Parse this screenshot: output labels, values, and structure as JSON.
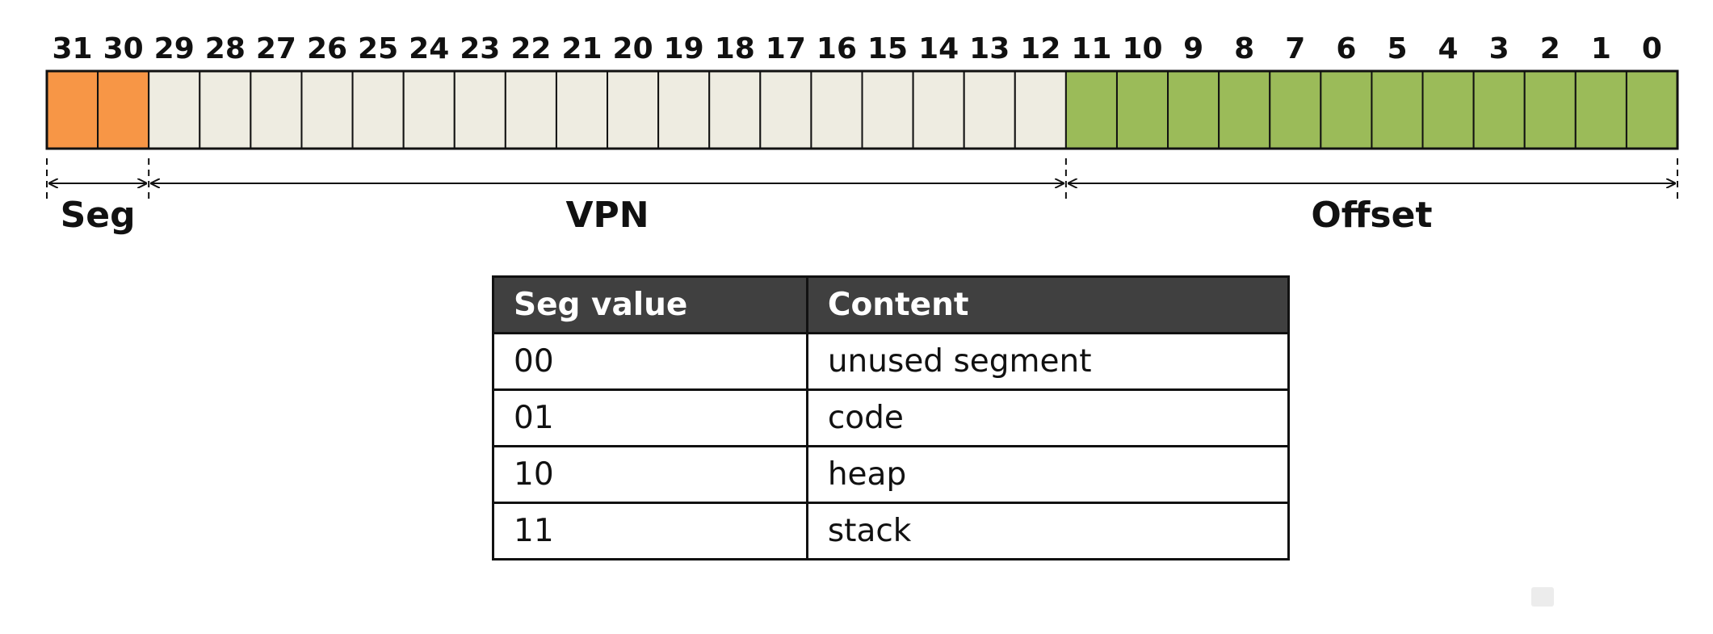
{
  "bit_field": {
    "bits": [
      "31",
      "30",
      "29",
      "28",
      "27",
      "26",
      "25",
      "24",
      "23",
      "22",
      "21",
      "20",
      "19",
      "18",
      "17",
      "16",
      "15",
      "14",
      "13",
      "12",
      "11",
      "10",
      "9",
      "8",
      "7",
      "6",
      "5",
      "4",
      "3",
      "2",
      "1",
      "0"
    ],
    "fields": [
      {
        "label": "Seg",
        "from_bit": 31,
        "to_bit": 30,
        "color": "#f79646"
      },
      {
        "label": "VPN",
        "from_bit": 29,
        "to_bit": 12,
        "color": "#eeece1"
      },
      {
        "label": "Offset",
        "from_bit": 11,
        "to_bit": 0,
        "color": "#9bbb59"
      }
    ]
  },
  "table": {
    "headers": [
      "Seg value",
      "Content"
    ],
    "rows": [
      [
        "00",
        "unused segment"
      ],
      [
        "01",
        "code"
      ],
      [
        "10",
        "heap"
      ],
      [
        "11",
        "stack"
      ]
    ]
  }
}
